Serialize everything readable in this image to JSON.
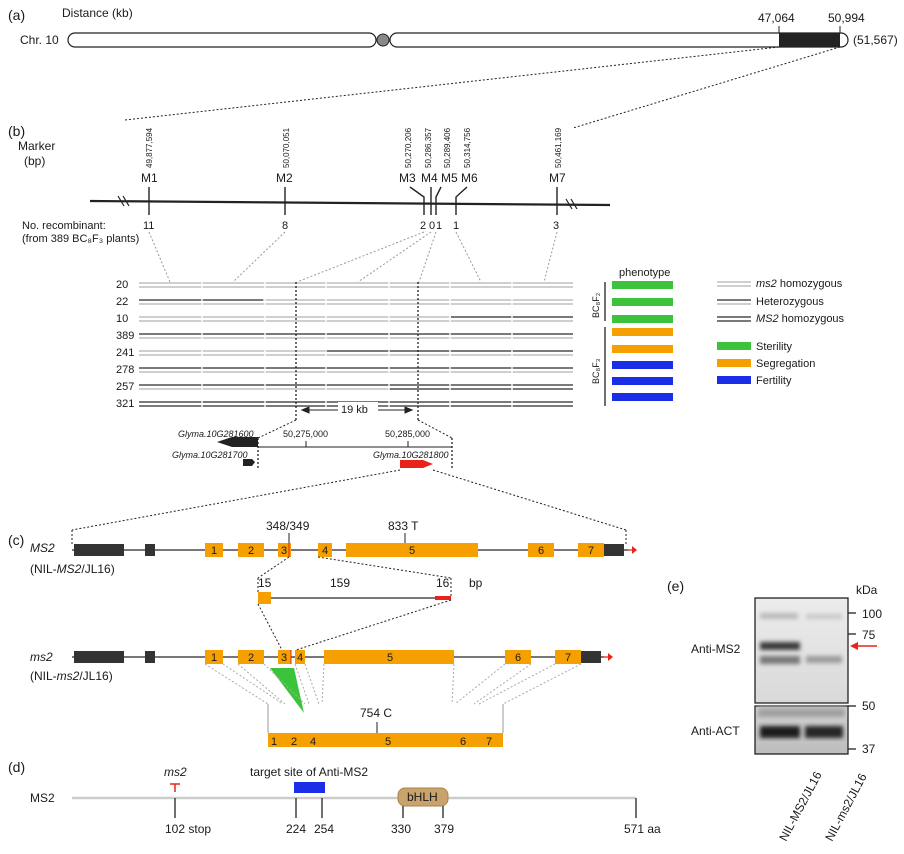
{
  "panels": {
    "a": "(a)",
    "b": "(b)",
    "c": "(c)",
    "d": "(d)",
    "e": "(e)"
  },
  "panel_a": {
    "axis_label": "Distance (kb)",
    "chrom": "Chr. 10",
    "pos1": "47,064",
    "pos2": "50,994",
    "length": "(51,567)"
  },
  "panel_b": {
    "marker_label_1": "Marker",
    "marker_label_2": "(bp)",
    "markers": [
      {
        "name": "M1",
        "pos": "49,877,594",
        "recomb": "11"
      },
      {
        "name": "M2",
        "pos": "50,070,051",
        "recomb": "8"
      },
      {
        "name": "M3",
        "pos": "50,270,206",
        "recomb": "2"
      },
      {
        "name": "M4",
        "pos": "50,286,357",
        "recomb": "0"
      },
      {
        "name": "M5",
        "pos": "50,289,406",
        "recomb": "1"
      },
      {
        "name": "M6",
        "pos": "50,314,756",
        "recomb": "1"
      },
      {
        "name": "M7",
        "pos": "50,461,169",
        "recomb": "3"
      }
    ],
    "recomb_label_1": "No. recombinant:",
    "recomb_label_2": "(from 389 BC₈F₃ plants)",
    "rows": [
      "20",
      "22",
      "10",
      "389",
      "241",
      "278",
      "257",
      "321"
    ],
    "phenotype_title": "phenotype",
    "gen1": "BC₈F₂",
    "gen2": "BC₈F₃",
    "distance": "19 kb",
    "legend": [
      {
        "label": "ms2 homozygous",
        "italic_part": "ms2",
        "rest": " homozygous"
      },
      {
        "label": "Heterozygous"
      },
      {
        "label": "MS2 homozygous",
        "italic_part": "MS2",
        "rest": " homozygous"
      },
      {
        "label": "Sterility",
        "color": "#3bc43b"
      },
      {
        "label": "Segregation",
        "color": "#f5a000"
      },
      {
        "label": "Fertility",
        "color": "#1a2ee8"
      }
    ],
    "genes": {
      "g1": "Glyma.10G281600",
      "g2": "Glyma.10G281700",
      "g3": "Glyma.10G281800",
      "pos1": "50,275,000",
      "pos2": "50,285,000"
    }
  },
  "panel_c": {
    "allele1": "MS2",
    "allele1_sub_pre": "(NIL-",
    "allele1_sub_it": "MS2",
    "allele1_sub_post": "/JL16)",
    "allele2": "ms2",
    "allele2_sub_pre": "(NIL-",
    "allele2_sub_it": "ms2",
    "allele2_sub_post": "/JL16)",
    "site1": "348/349",
    "site2": "833 T",
    "zoom_a": "15",
    "zoom_b": "159",
    "zoom_c": "16",
    "zoom_unit": "bp",
    "site3": "754 C",
    "exons_top": [
      "1",
      "2",
      "3",
      "4",
      "5",
      "6",
      "7"
    ],
    "exons_mid": [
      "1",
      "2",
      "3",
      "4",
      "5",
      "6",
      "7"
    ],
    "exons_bottom": [
      "1",
      "2",
      "4",
      "5",
      "6",
      "7"
    ]
  },
  "panel_d": {
    "protein": "MS2",
    "mutant": "ms2",
    "target": "target site of Anti-MS2",
    "domain": "bHLH",
    "ticks": [
      "102 stop",
      "224",
      "254",
      "330",
      "379",
      "571 aa"
    ]
  },
  "panel_e": {
    "kda": "kDa",
    "markers_top": [
      "100",
      "75"
    ],
    "markers_bottom": [
      "50",
      "37"
    ],
    "blot1": "Anti-MS2",
    "blot2": "Anti-ACT",
    "lane1": "NIL-MS2/JL16",
    "lane2": "NIL-ms2/JL16"
  },
  "colors": {
    "orange": "#f5a000",
    "green": "#3bc43b",
    "blue": "#1a2ee8",
    "red": "#e8231a",
    "dark": "#333333",
    "bhlh": "#c9a36b"
  }
}
